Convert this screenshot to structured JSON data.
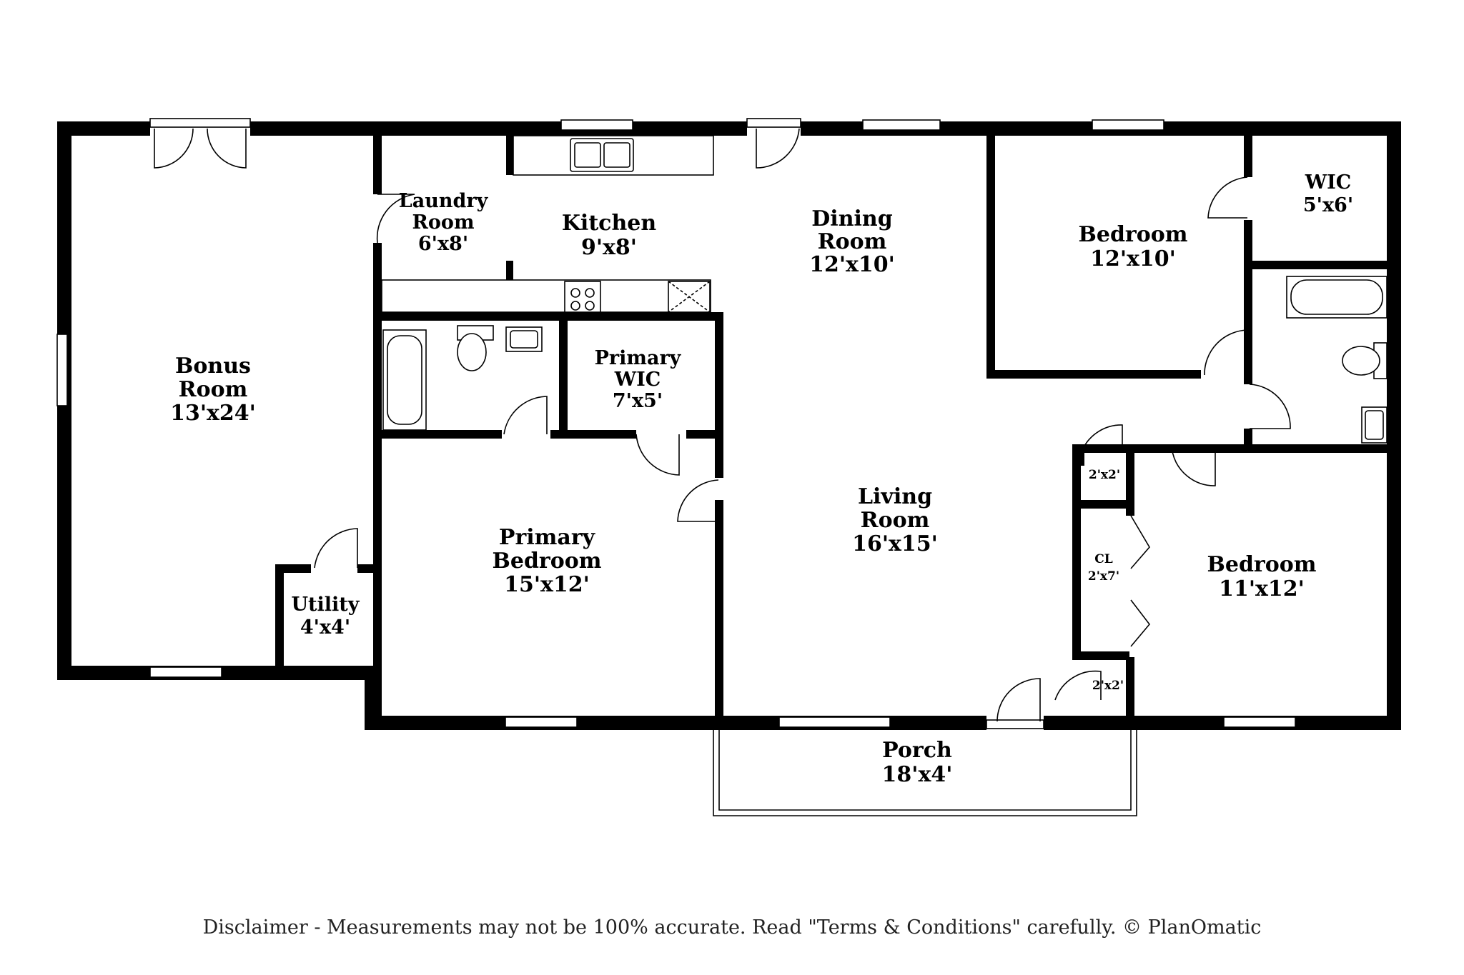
{
  "rooms": {
    "bonus": {
      "name_1": "Bonus",
      "name_2": "Room",
      "size": "13'x24'"
    },
    "laundry": {
      "name_1": "Laundry",
      "name_2": "Room",
      "size": "6'x8'"
    },
    "kitchen": {
      "name_1": "Kitchen",
      "size": "9'x8'"
    },
    "dining": {
      "name_1": "Dining",
      "name_2": "Room",
      "size": "12'x10'"
    },
    "bedroom_ne": {
      "name_1": "Bedroom",
      "size": "12'x10'"
    },
    "wic_ne": {
      "name_1": "WIC",
      "size": "5'x6'"
    },
    "primary_wic": {
      "name_1": "Primary",
      "name_2": "WIC",
      "size": "7'x5'"
    },
    "utility": {
      "name_1": "Utility",
      "size": "4'x4'"
    },
    "primary_bedroom": {
      "name_1": "Primary",
      "name_2": "Bedroom",
      "size": "15'x12'"
    },
    "living": {
      "name_1": "Living",
      "name_2": "Room",
      "size": "16'x15'"
    },
    "closet_top": {
      "size": "2'x2'"
    },
    "closet_cl": {
      "name_1": "CL",
      "size": "2'x7'"
    },
    "closet_bottom": {
      "size": "2'x2'"
    },
    "bedroom_se": {
      "name_1": "Bedroom",
      "size": "11'x12'"
    },
    "porch": {
      "name_1": "Porch",
      "size": "18'x4'"
    }
  },
  "disclaimer": "Disclaimer - Measurements may not be 100% accurate. Read \"Terms & Conditions\" carefully. © PlanOmatic",
  "colors": {
    "wall": "#000000",
    "background": "#ffffff"
  }
}
